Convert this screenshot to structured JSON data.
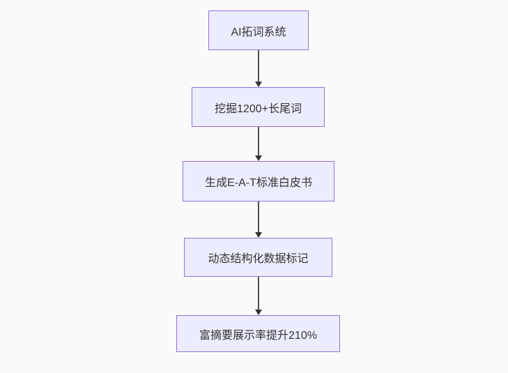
{
  "flowchart": {
    "title": "SEO AI flow diagram",
    "background_color": "#fafafa",
    "node_fill_color": "#ECECFF",
    "node_border_color": "#9370DB",
    "node_text_color": "#333333",
    "arrow_color": "#333333",
    "direction": "top-down",
    "nodes": [
      {
        "id": "node-1",
        "label": "AI拓词系统"
      },
      {
        "id": "node-2",
        "label": "挖掘1200+长尾词"
      },
      {
        "id": "node-3",
        "label": "生成E-A-T标准白皮书"
      },
      {
        "id": "node-4",
        "label": "动态结构化数据标记"
      },
      {
        "id": "node-5",
        "label": "富摘要展示率提升210%"
      }
    ],
    "edges": [
      {
        "from": "node-1",
        "to": "node-2"
      },
      {
        "from": "node-2",
        "to": "node-3"
      },
      {
        "from": "node-3",
        "to": "node-4"
      },
      {
        "from": "node-4",
        "to": "node-5"
      }
    ]
  }
}
